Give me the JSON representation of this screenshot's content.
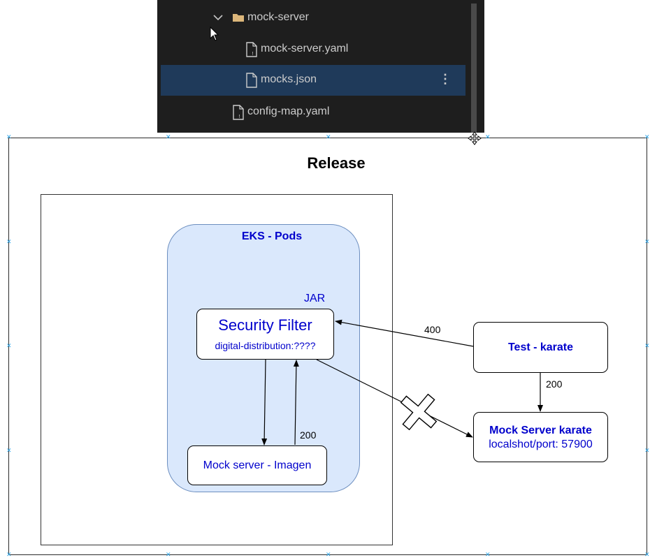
{
  "file_tree": {
    "items": [
      {
        "label": "mock-server",
        "type": "folder",
        "expanded": true
      },
      {
        "label": "mock-server.yaml",
        "type": "yaml-file"
      },
      {
        "label": "mocks.json",
        "type": "file",
        "selected": true
      },
      {
        "label": "config-map.yaml",
        "type": "yaml-file"
      }
    ],
    "more_actions": "⋮"
  },
  "diagram": {
    "title": "Release",
    "group_label": "EKS - Pods",
    "jar_label": "JAR",
    "security_filter": {
      "title": "Security Filter",
      "subtitle": "digital-distribution:????"
    },
    "mock_server_imagen": "Mock server - Imagen",
    "test_karate": "Test - karate",
    "mock_server_karate": {
      "title": "Mock Server karate",
      "subtitle": "localshot/port: 57900"
    },
    "edge_labels": {
      "test_to_filter": "400",
      "test_to_mock": "200",
      "imagen_to_filter": "200"
    }
  },
  "colors": {
    "text_blue": "#0000cc",
    "pod_fill": "#dae8fc",
    "pod_stroke": "#6c8ebf",
    "tree_bg": "#1e1e1e",
    "tree_selected": "#1f3a5a",
    "handle_blue": "#29a3e8"
  }
}
